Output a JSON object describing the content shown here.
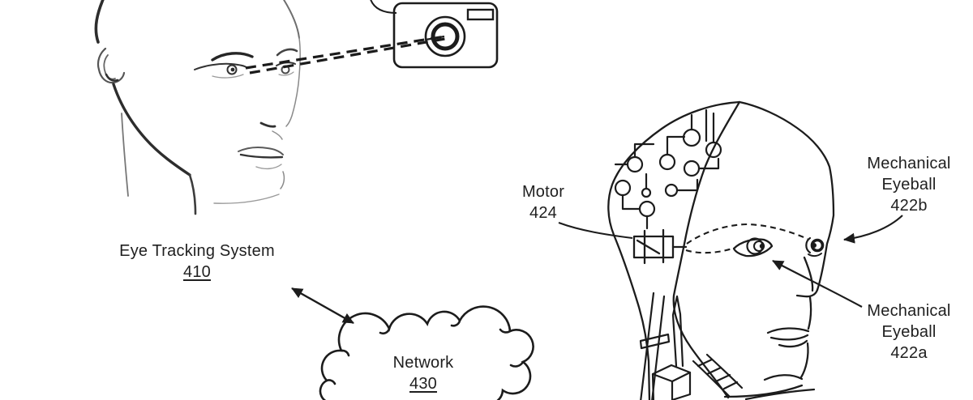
{
  "figure": {
    "type": "patent-style line diagram",
    "background_color": "#ffffff",
    "ink_color": "#1c1c1c",
    "sketch_ink_color": "#4a4a4a"
  },
  "labels": {
    "eye_tracking_system": {
      "title": "Eye Tracking System",
      "ref": "410"
    },
    "network": {
      "title": "Network",
      "ref": "430"
    },
    "motor": {
      "title": "Motor",
      "ref": "424"
    },
    "mechanical_eyeball_b": {
      "line1": "Mechanical",
      "line2": "Eyeball",
      "ref": "422b"
    },
    "mechanical_eyeball_a": {
      "line1": "Mechanical",
      "line2": "Eyeball",
      "ref": "422a"
    }
  },
  "components": {
    "human_head": "human-head-sketch",
    "camera": "camera-icon",
    "gaze_lines": "dashed-gaze-lines",
    "network_cloud": "cloud-shape",
    "link_arrow": "double-headed-arrow",
    "robot_head": "robot-head-drawing",
    "motor_box": "motor-symbol",
    "eyeball_near": "mechanical-eyeball-422a",
    "eyeball_far": "mechanical-eyeball-422b"
  }
}
